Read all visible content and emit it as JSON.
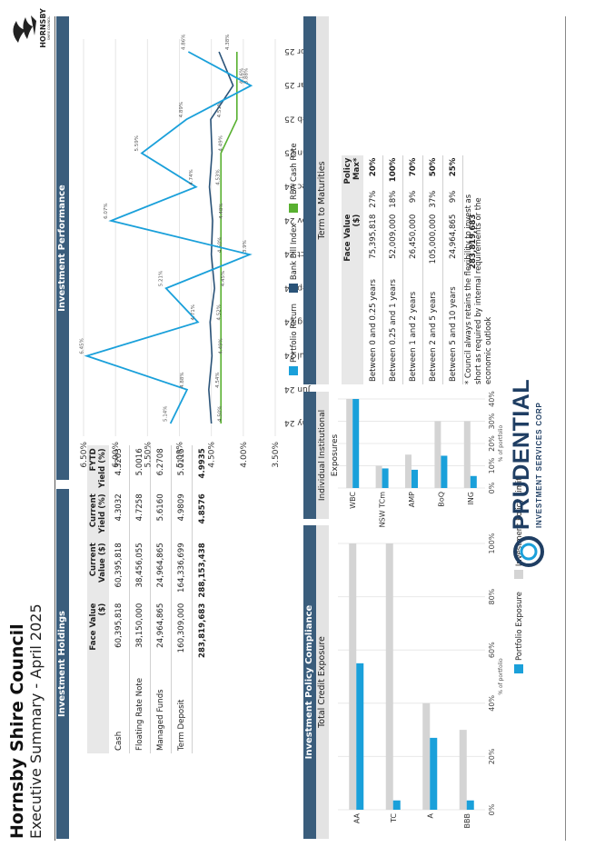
{
  "header": {
    "title": "Hornsby Shire Council",
    "subtitle": "Executive Summary - April 2025",
    "council_logo_text": "HORNSBY SHIRE COUNCIL"
  },
  "panels": {
    "holdings": "Investment Holdings",
    "performance": "Investment Performance",
    "compliance": "Investment Policy Compliance",
    "credit": "Total Credit Exposure",
    "institutional": "Individual Institutional Exposures",
    "maturities": "Term to Maturities"
  },
  "holdings": {
    "columns": [
      "",
      "Face Value ($)",
      "Current Value ($)",
      "Current Yield (%)",
      "FYTD Yield (%)"
    ],
    "rows": [
      [
        "Cash",
        "60,395,818",
        "60,395,818",
        "4.3032",
        "4.3203"
      ],
      [
        "Floating Rate Note",
        "38,150,000",
        "38,456,055",
        "4.7258",
        "5.0016"
      ],
      [
        "Managed Funds",
        "24,964,865",
        "24,964,865",
        "5.6160",
        "6.2708"
      ],
      [
        "Term Deposit",
        "160,309,000",
        "164,336,699",
        "4.9809",
        "5.0115"
      ]
    ],
    "total": [
      "",
      "283,819,683",
      "288,153,438",
      "4.8576",
      "4.9935"
    ]
  },
  "maturities": {
    "columns": [
      "",
      "Face Value ($)",
      "",
      "Policy Max*"
    ],
    "rows": [
      [
        "Between 0 and 0.25 years",
        "75,395,818",
        "27%",
        "20%"
      ],
      [
        "Between 0.25 and 1 years",
        "52,009,000",
        "18%",
        "100%"
      ],
      [
        "Between 1 and 2 years",
        "26,450,000",
        "9%",
        "70%"
      ],
      [
        "Between 2 and 5 years",
        "105,000,000",
        "37%",
        "50%"
      ],
      [
        "Between 5 and 10 years",
        "24,964,865",
        "9%",
        "25%"
      ]
    ],
    "total": "283,819,683",
    "note": "* Council always retains the flexibility to invest as short as required by internal requirements or the economic outlook"
  },
  "legend_compliance": {
    "exposure": "Portfolio Exposure",
    "limit": "Investment Policy Limit"
  },
  "colors": {
    "header_bar": "#3a5d7c",
    "portfolio": "#1aa0da",
    "bbi": "#2a5378",
    "rba": "#58b030",
    "limit": "#d4d4d4"
  },
  "prudential": {
    "name": "PRUDENTIAL",
    "sub": "INVESTMENT SERVICES CORP"
  },
  "chart_data": [
    {
      "type": "line",
      "x": [
        "May 24",
        "Jun 24",
        "Jul 24",
        "Aug 24",
        "Sep 24",
        "Oct 24",
        "Nov 24",
        "Dec 24",
        "Jan 25",
        "Feb 25",
        "Mar 25",
        "Apr 25"
      ],
      "yticks": [
        "3.50%",
        "4.00%",
        "4.50%",
        "5.00%",
        "5.50%",
        "6.00%",
        "6.50%"
      ],
      "ylim": [
        3.5,
        6.5
      ],
      "series": [
        {
          "name": "Portfolio Return",
          "values": [
            5.14,
            4.88,
            6.45,
            4.71,
            5.21,
            3.9,
            6.07,
            4.74,
            5.59,
            4.89,
            3.88,
            4.86
          ],
          "labels": [
            "5.14%",
            "4.88%",
            "6.45%",
            "4.71%",
            "5.21%",
            "3.9%",
            "6.07%",
            "4.74%",
            "5.59%",
            "4.89%",
            "3.88%",
            "4.86%"
          ]
        },
        {
          "name": "Bank Bill Index",
          "values": [
            4.5,
            4.54,
            4.49,
            4.52,
            4.45,
            4.5,
            4.48,
            4.53,
            4.49,
            4.51,
            4.16,
            4.38
          ],
          "labels": [
            "4.50%",
            "4.54%",
            "4.49%",
            "4.52%",
            "4.45%",
            "4.50%",
            "4.48%",
            "4.53%",
            "4.49%",
            "4.51%",
            "4.16%",
            "4.38%"
          ]
        },
        {
          "name": "RBA Cash Rate",
          "values": [
            4.35,
            4.35,
            4.35,
            4.35,
            4.35,
            4.35,
            4.35,
            4.35,
            4.35,
            4.1,
            4.1,
            4.1
          ]
        }
      ]
    },
    {
      "type": "bar",
      "title": "Total Credit Exposure",
      "categories": [
        "AA",
        "TC",
        "A",
        "BBB"
      ],
      "xlabel": "% of portfolio",
      "xticks": [
        "0%",
        "20%",
        "40%",
        "60%",
        "80%",
        "100%"
      ],
      "xlim": [
        0,
        100
      ],
      "series": [
        {
          "name": "Portfolio Exposure",
          "values": [
            55,
            3.5,
            27,
            3.5
          ]
        },
        {
          "name": "Investment Policy Limit",
          "values": [
            100,
            100,
            40,
            30
          ]
        }
      ]
    },
    {
      "type": "bar",
      "title": "Individual Institutional Exposures",
      "categories": [
        "WBC",
        "NSW TCm",
        "AMP",
        "BoQ",
        "ING"
      ],
      "xlabel": "% of portfolio",
      "xticks": [
        "0%",
        "10%",
        "20%",
        "30%",
        "40%"
      ],
      "xlim": [
        0,
        40
      ],
      "series": [
        {
          "name": "Portfolio Exposure",
          "values": [
            40,
            8.8,
            8.2,
            14.5,
            5.4
          ]
        },
        {
          "name": "Investment Policy Limit",
          "values": [
            40,
            10,
            15,
            30,
            30
          ]
        }
      ]
    }
  ]
}
